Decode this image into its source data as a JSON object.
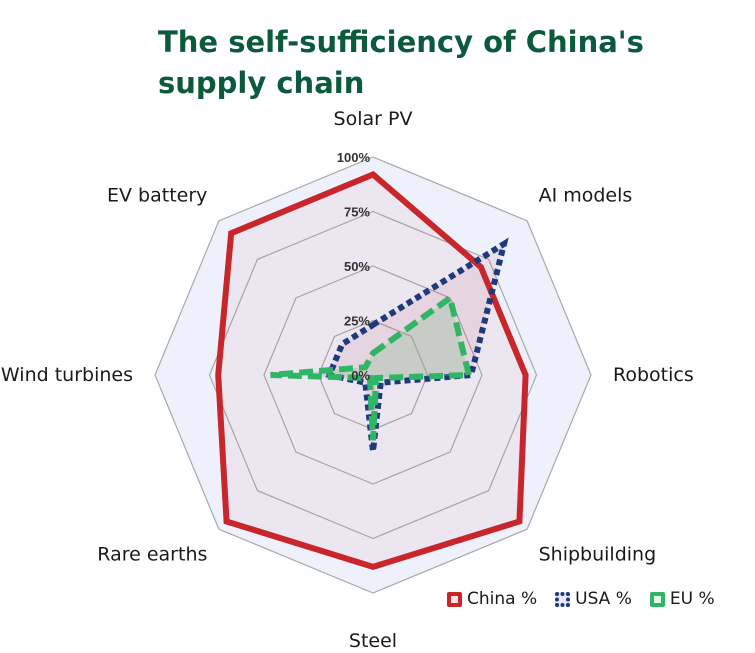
{
  "title": "The self-sufficiency of China's supply chain",
  "chart_data": {
    "type": "radar",
    "categories": [
      "Solar PV",
      "AI models",
      "Robotics",
      "Shipbuilding",
      "Steel",
      "Rare earths",
      "Wind turbines",
      "EV battery"
    ],
    "rlim": [
      0,
      100
    ],
    "ticks": [
      "0%",
      "25%",
      "50%",
      "75%",
      "100%"
    ],
    "series": [
      {
        "name": "China %",
        "color": "#c8262b",
        "values": [
          92,
          70,
          70,
          95,
          88,
          95,
          71,
          92
        ]
      },
      {
        "name": "USA %",
        "color": "#1f3a7a",
        "values": [
          23,
          85,
          45,
          5,
          35,
          5,
          20,
          20
        ]
      },
      {
        "name": "EU %",
        "color": "#2fb565",
        "values": [
          10,
          50,
          44,
          2,
          30,
          2,
          47,
          5
        ]
      }
    ],
    "legend_position": "bottom-right",
    "grid": true
  }
}
